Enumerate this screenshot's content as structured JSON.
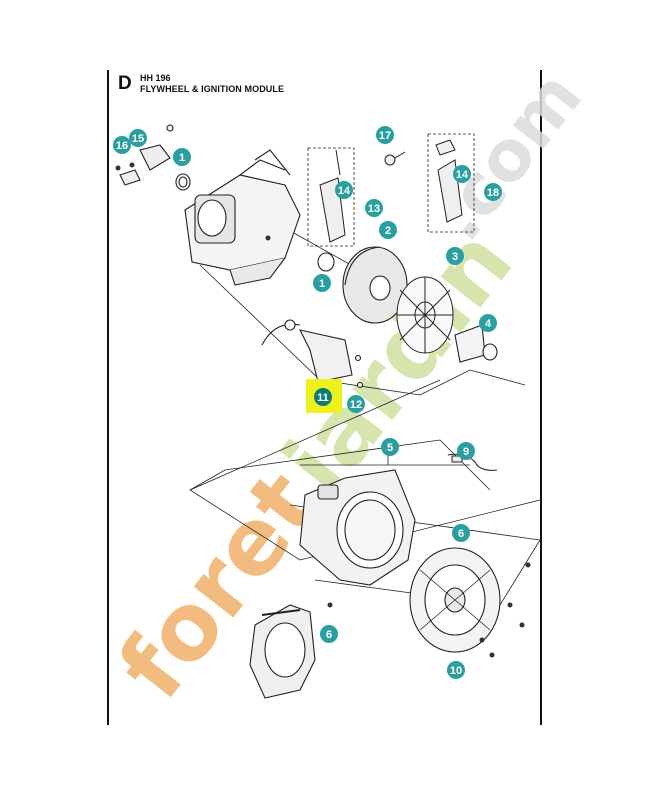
{
  "section": {
    "letter": "D",
    "model": "HH 196",
    "title": "FLYWHEEL & IGNITION MODULE"
  },
  "watermark": {
    "text_orange": "foret",
    "text_green": "iardin",
    "text_green2": ".com",
    "colors": {
      "orange": "#f0b06a",
      "green": "#cfe0a0",
      "gray": "#d9d9d9"
    }
  },
  "callouts": [
    {
      "label": "16"
    },
    {
      "label": "15"
    },
    {
      "label": "1"
    },
    {
      "label": "17"
    },
    {
      "label": "14"
    },
    {
      "label": "13"
    },
    {
      "label": "14"
    },
    {
      "label": "18"
    },
    {
      "label": "2"
    },
    {
      "label": "3"
    },
    {
      "label": "1"
    },
    {
      "label": "4"
    },
    {
      "label": "11"
    },
    {
      "label": "12"
    },
    {
      "label": "5"
    },
    {
      "label": "9"
    },
    {
      "label": "6"
    },
    {
      "label": "6"
    },
    {
      "label": "10"
    }
  ],
  "colors": {
    "badge": "#2b9fa0",
    "highlight": "#eef21c",
    "highlight_badge": "#0f7a77"
  }
}
